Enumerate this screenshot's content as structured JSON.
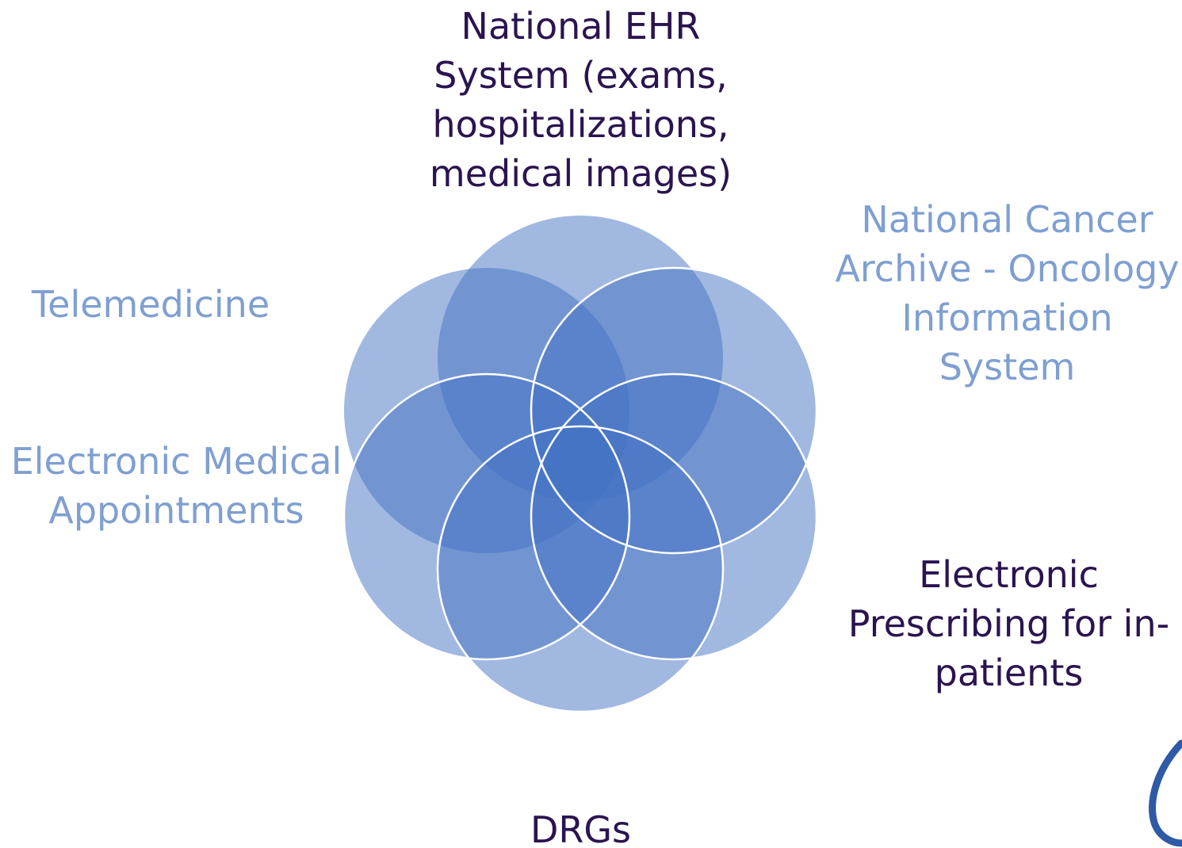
{
  "diagram": {
    "labels": {
      "top": "National EHR\nSystem (exams,\nhospitalizations,\nmedical images)",
      "top_right": "National Cancer\nArchive - Oncology\nInformation\nSystem",
      "bottom_right": "Electronic\nPrescribing for in-\npatients",
      "bottom": "DRGs",
      "left_lower": "Electronic Medical\nAppointments",
      "left_upper": "Telemedicine"
    },
    "colors": {
      "circle_fill": "#4472c4",
      "circle_stroke": "#ffffff",
      "dark_text": "#2a1450",
      "light_text": "#7f9fd1",
      "logo": "#2e5aa6"
    },
    "logo_icon": "swoosh-logo-icon"
  }
}
